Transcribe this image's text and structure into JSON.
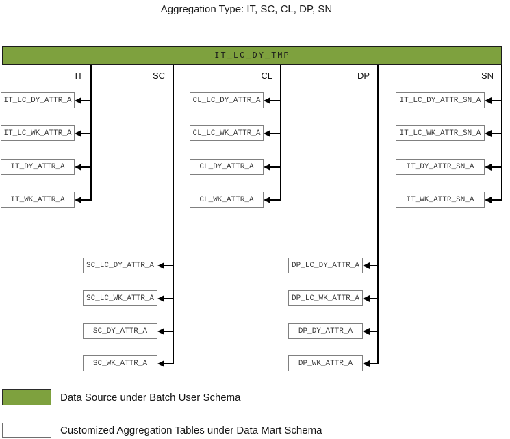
{
  "title": "Aggregation Type: IT, SC, CL, DP, SN",
  "root_table": {
    "name": "IT_LC_DY_TMP"
  },
  "columns": [
    {
      "label": "IT",
      "group": "upper",
      "tables": [
        "IT_LC_DY_ATTR_A",
        "IT_LC_WK_ATTR_A",
        "IT_DY_ATTR_A",
        "IT_WK_ATTR_A"
      ]
    },
    {
      "label": "SC",
      "group": "lower",
      "tables": [
        "SC_LC_DY_ATTR_A",
        "SC_LC_WK_ATTR_A",
        "SC_DY_ATTR_A",
        "SC_WK_ATTR_A"
      ]
    },
    {
      "label": "CL",
      "group": "upper",
      "tables": [
        "CL_LC_DY_ATTR_A",
        "CL_LC_WK_ATTR_A",
        "CL_DY_ATTR_A",
        "CL_WK_ATTR_A"
      ]
    },
    {
      "label": "DP",
      "group": "lower",
      "tables": [
        "DP_LC_DY_ATTR_A",
        "DP_LC_WK_ATTR_A",
        "DP_DY_ATTR_A",
        "DP_WK_ATTR_A"
      ]
    },
    {
      "label": "SN",
      "group": "upper",
      "tables": [
        "IT_LC_DY_ATTR_SN_A",
        "IT_LC_WK_ATTR_SN_A",
        "IT_DY_ATTR_SN_A",
        "IT_WK_ATTR_SN_A"
      ]
    }
  ],
  "legend": [
    {
      "swatch": "green",
      "label": "Data Source under Batch User Schema"
    },
    {
      "swatch": "white",
      "label": "Customized Aggregation Tables under Data Mart Schema"
    }
  ],
  "colors": {
    "data_source_green": "#7EA13E",
    "table_border_gray": "#808080",
    "connector_black": "#000000"
  }
}
